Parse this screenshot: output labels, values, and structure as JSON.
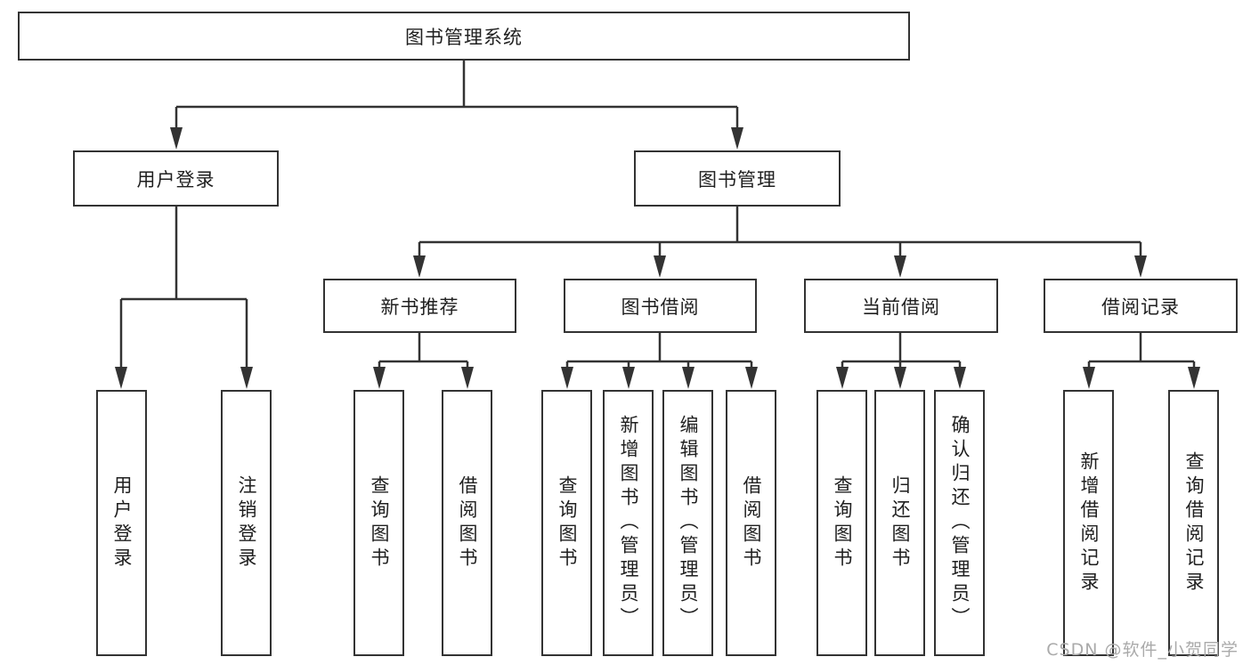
{
  "diagram": {
    "root": "图书管理系统",
    "level2": [
      "用户登录",
      "图书管理"
    ],
    "level3": [
      "新书推荐",
      "图书借阅",
      "当前借阅",
      "借阅记录"
    ],
    "leaves": [
      "用户登录",
      "注销登录",
      "查询图书",
      "借阅图书",
      "查询图书",
      "新增图书（管理员）",
      "编辑图书（管理员）",
      "借阅图书",
      "查询图书",
      "归还图书",
      "确认归还（管理员）",
      "新增借阅记录",
      "查询借阅记录"
    ],
    "watermark": "CSDN @软件_小贺同学",
    "colors": {
      "line": "#333333",
      "box_border": "#333333",
      "text": "#1f1f1f",
      "watermark": "#aaaaaa",
      "background": "#ffffff"
    }
  }
}
